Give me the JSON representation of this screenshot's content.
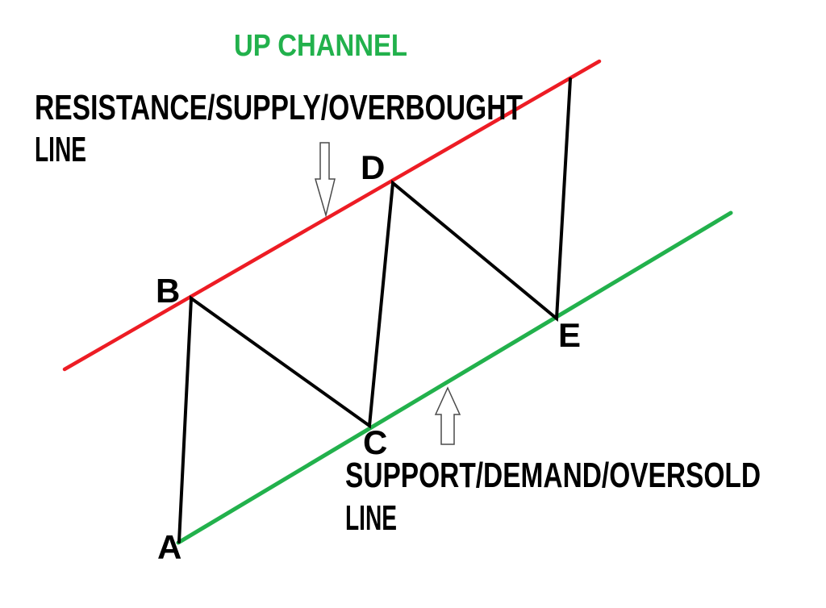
{
  "title": "UP CHANNEL",
  "resistance_label": {
    "line1": "RESISTANCE/SUPPLY/OVERBOUGHT",
    "line2": "LINE"
  },
  "support_label": {
    "line1": "SUPPORT/DEMAND/OVERSOLD",
    "line2": "LINE"
  },
  "points": {
    "a": "A",
    "b": "B",
    "c": "C",
    "d": "D",
    "e": "E"
  },
  "colors": {
    "channel_green": "#22B14C",
    "resistance_red": "#ED1C24",
    "price_black": "#000000",
    "arrow_outline": "#4a4a4a",
    "arrow_fill": "#ffffff"
  }
}
